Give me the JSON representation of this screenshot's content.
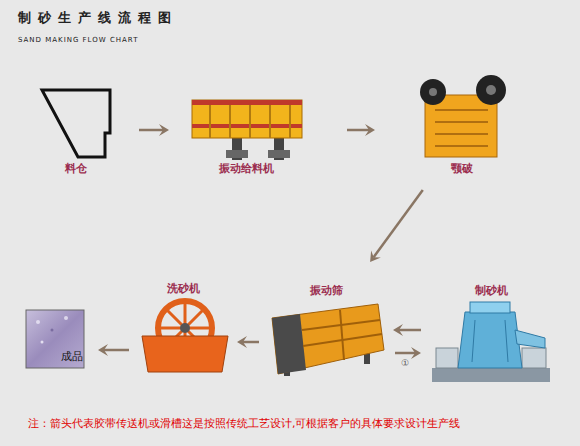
{
  "diagram": {
    "title": "制砂生产线流程图",
    "nodes": [
      {
        "text": [
          "料仓"
        ]
      },
      {
        "text": [
          "振动给料机"
        ]
      },
      {
        "text": [
          "颚破"
        ]
      },
      {
        "text": [
          "成品"
        ]
      },
      {
        "text": [
          "洗砂机"
        ]
      },
      {
        "text": [
          "振动筛"
        ]
      },
      {
        "text": [
          "制砂机"
        ]
      }
    ],
    "edges": [
      {
        "from": 0,
        "to": 1,
        "arrow": "to"
      },
      {
        "from": 1,
        "to": 2,
        "arrow": "to"
      },
      {
        "from": 2,
        "to": 5,
        "arrow": "to"
      },
      {
        "from": 6,
        "to": 5,
        "arrow": "to"
      },
      {
        "from": 5,
        "to": 6,
        "label": "①",
        "arrow": "to"
      },
      {
        "from": 5,
        "to": 4,
        "arrow": "to"
      },
      {
        "from": 4,
        "to": 3,
        "arrow": "to"
      }
    ],
    "labels": [
      "SAND MAKING FLOW CHART",
      "注：箭头代表胶带传送机或滑槽这是按照传统工艺设计,可根据客户的具体要求设计生产线"
    ]
  }
}
